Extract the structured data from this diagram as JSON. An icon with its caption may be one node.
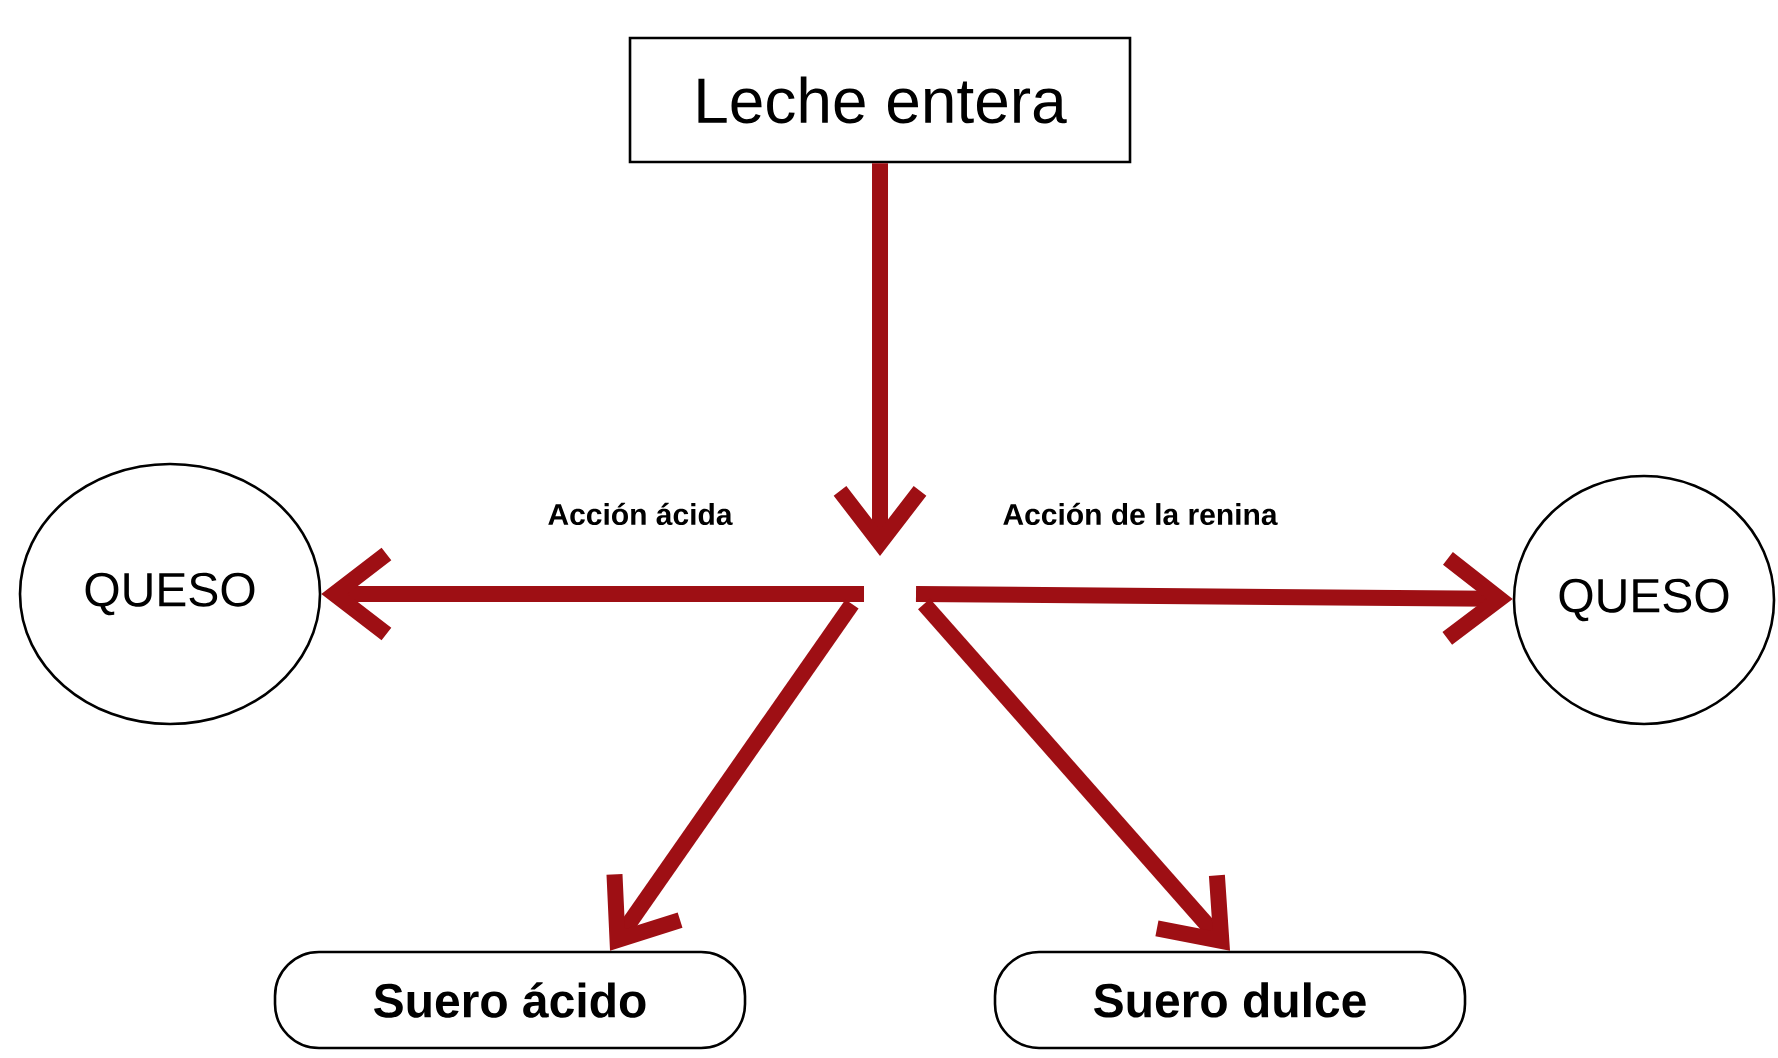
{
  "diagram": {
    "nodes": [
      {
        "text": [
          "Leche entera"
        ]
      },
      {
        "text": [
          "QUESO"
        ]
      },
      {
        "text": [
          "QUESO"
        ]
      },
      {
        "text": [
          "Suero ácido"
        ]
      },
      {
        "text": [
          "Suero dulce"
        ]
      }
    ],
    "edges": [
      {
        "from": 0,
        "to": null,
        "arrow": "to",
        "color": "#9e0f14"
      },
      {
        "from": null,
        "to": 1,
        "arrow": "to",
        "label": "Acción ácida",
        "color": "#9e0f14"
      },
      {
        "from": null,
        "to": 2,
        "arrow": "to",
        "label": "Acción de la renina",
        "color": "#9e0f14"
      },
      {
        "from": null,
        "to": 3,
        "arrow": "to",
        "color": "#9e0f14"
      },
      {
        "from": null,
        "to": 4,
        "arrow": "to",
        "color": "#9e0f14"
      }
    ]
  }
}
